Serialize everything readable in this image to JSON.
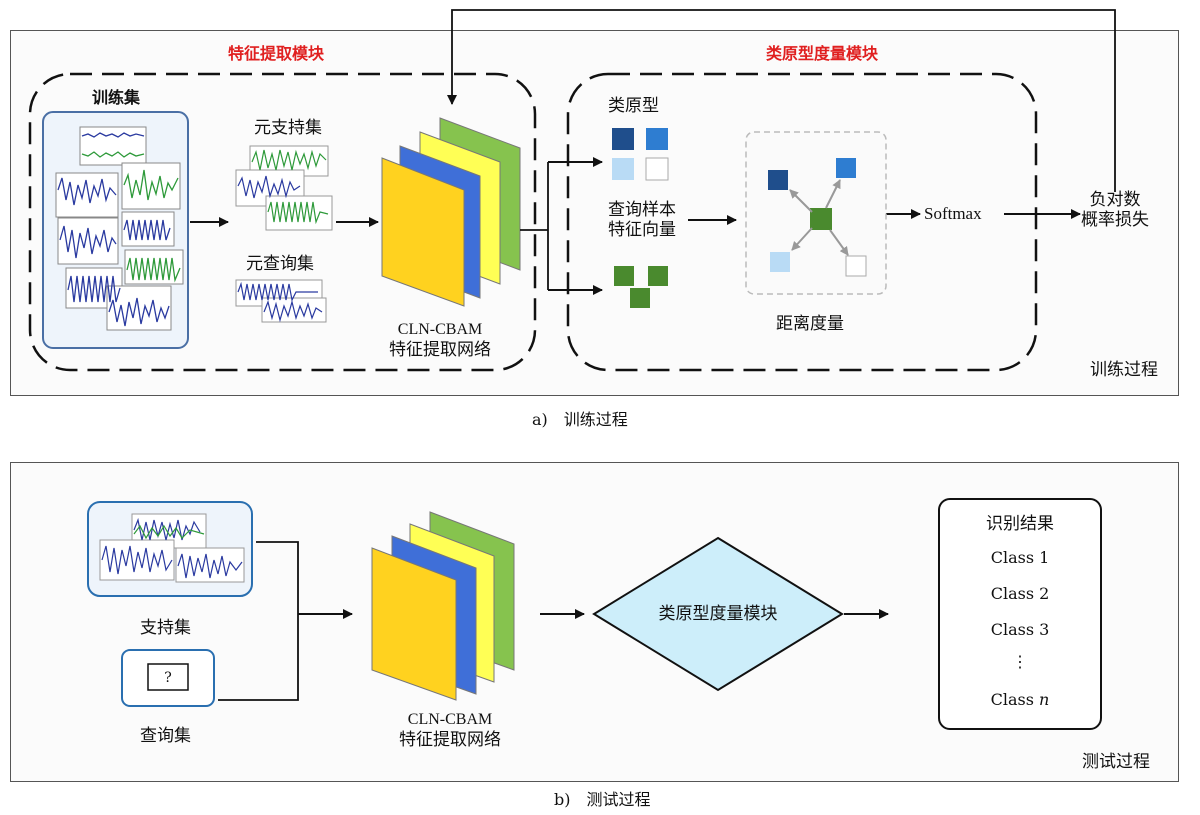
{
  "training": {
    "feature_module_title": "特征提取模块",
    "prototype_module_title": "类原型度量模块",
    "train_set_label": "训练集",
    "meta_support_label": "元支持集",
    "meta_query_label": "元查询集",
    "network_label_line1": "CLN-CBAM",
    "network_label_line2": "特征提取网络",
    "prototype_label": "类原型",
    "query_feature_line1": "查询样本",
    "query_feature_line2": "特征向量",
    "distance_label": "距离度量",
    "softmax_label": "Softmax",
    "loss_line1": "负对数",
    "loss_line2": "概率损失",
    "process_label": "训练过程",
    "caption": "a)　训练过程"
  },
  "testing": {
    "support_label": "支持集",
    "query_label": "查询集",
    "query_mark": "?",
    "network_label_line1": "CLN-CBAM",
    "network_label_line2": "特征提取网络",
    "diamond_label": "类原型度量模块",
    "result_title": "识别结果",
    "results": [
      "Class 1",
      "Class 2",
      "Class 3",
      "⋮"
    ],
    "result_last_prefix": "Class ",
    "result_last_var": "n",
    "process_label": "测试过程",
    "caption": "b)　测试过程"
  },
  "colors": {
    "layer_yellow": "#ffd21f",
    "layer_blue": "#3f6fd8",
    "layer_green": "#86c34e",
    "proto_dark": "#1f4e8c",
    "proto_mid": "#2e7dd1",
    "proto_light": "#b9dbf5",
    "query_green": "#4a8a2e",
    "diamond_fill": "#cdeefa",
    "title_red": "#e02020"
  }
}
